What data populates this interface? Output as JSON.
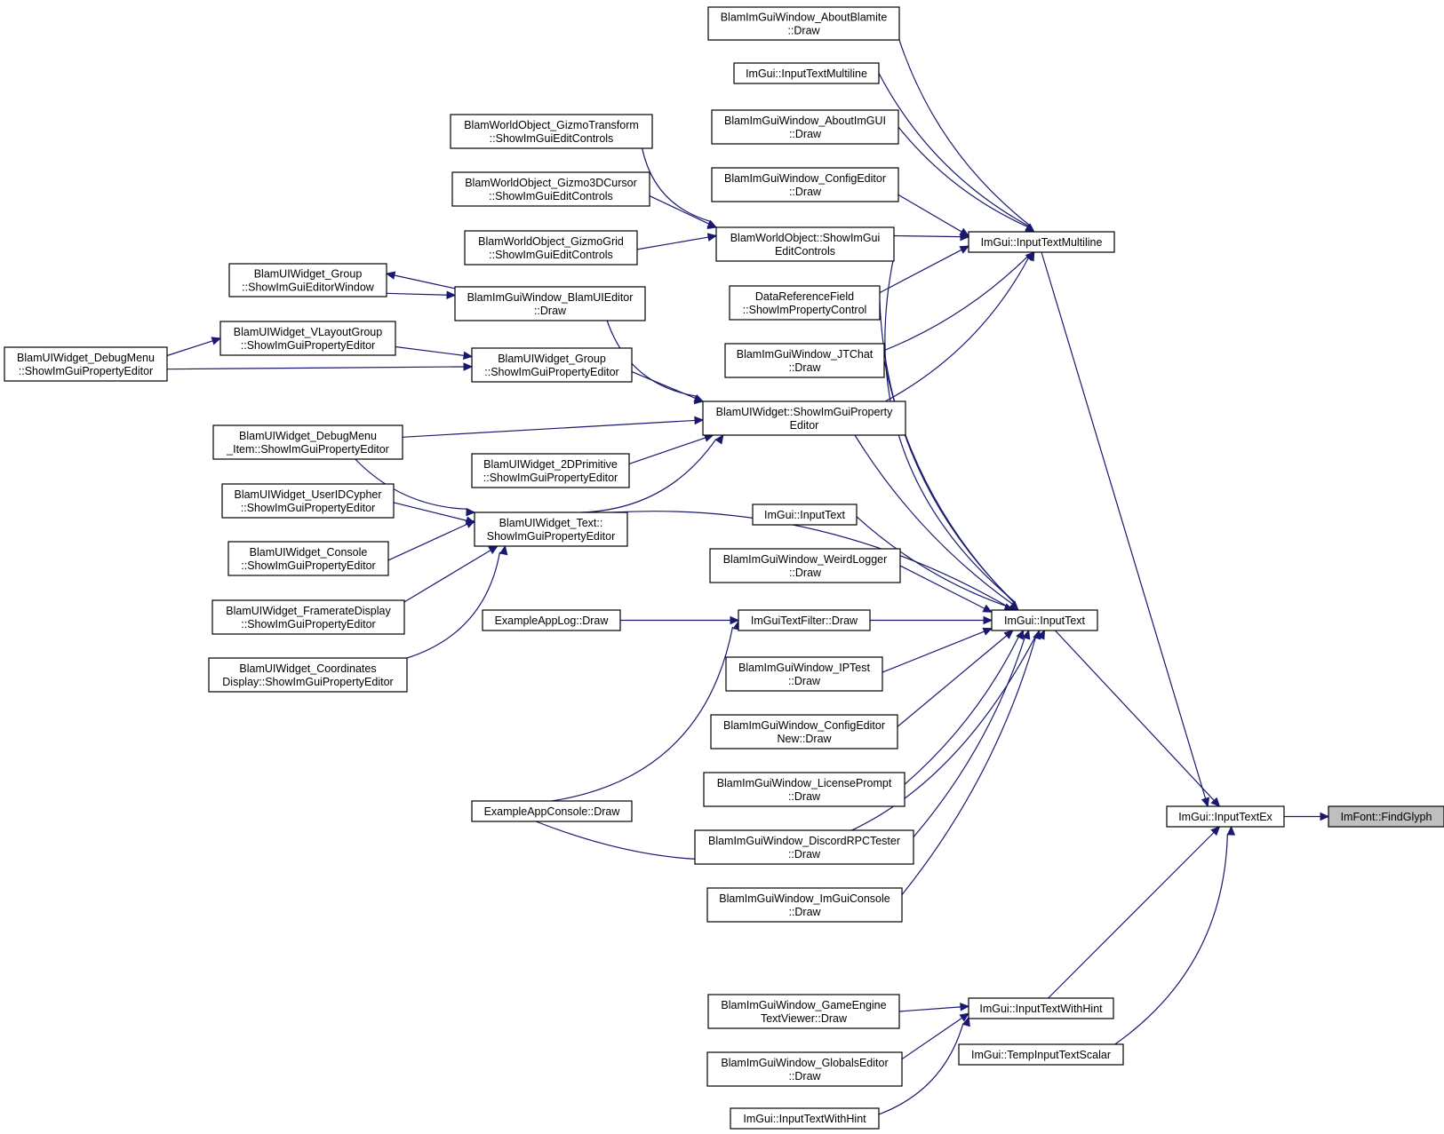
{
  "graph": {
    "title": "",
    "nodes": [
      {
        "id": "findglyph",
        "lines": [
          "ImFont::FindGlyph"
        ],
        "root": true
      },
      {
        "id": "inputtextex",
        "lines": [
          "ImGui::InputTextEx"
        ]
      },
      {
        "id": "inputtextmultiline",
        "lines": [
          "ImGui::InputTextMultiline"
        ]
      },
      {
        "id": "inputtext",
        "lines": [
          "ImGui::InputText"
        ]
      },
      {
        "id": "inputtextwithhint",
        "lines": [
          "ImGui::InputTextWithHint"
        ]
      },
      {
        "id": "tempinputtextscalar",
        "lines": [
          "ImGui::TempInputTextScalar"
        ]
      },
      {
        "id": "about_blamite",
        "lines": [
          "BlamImGuiWindow_AboutBlamite",
          "::Draw"
        ]
      },
      {
        "id": "imgui_inputtextmultiline_left",
        "lines": [
          "ImGui::InputTextMultiline"
        ]
      },
      {
        "id": "about_imgui",
        "lines": [
          "BlamImGuiWindow_AboutImGUI",
          "::Draw"
        ]
      },
      {
        "id": "config_editor",
        "lines": [
          "BlamImGuiWindow_ConfigEditor",
          "::Draw"
        ]
      },
      {
        "id": "worldobject_show",
        "lines": [
          "BlamWorldObject::ShowImGui",
          "EditControls"
        ]
      },
      {
        "id": "datareferencefield",
        "lines": [
          "DataReferenceField",
          "::ShowImPropertyControl"
        ]
      },
      {
        "id": "jtchat",
        "lines": [
          "BlamImGuiWindow_JTChat",
          "::Draw"
        ]
      },
      {
        "id": "uiwidget_show",
        "lines": [
          "BlamUIWidget::ShowImGuiProperty",
          "Editor"
        ]
      },
      {
        "id": "gizmo_transform",
        "lines": [
          "BlamWorldObject_GizmoTransform",
          "::ShowImGuiEditControls"
        ]
      },
      {
        "id": "gizmo_3dcursor",
        "lines": [
          "BlamWorldObject_Gizmo3DCursor",
          "::ShowImGuiEditControls"
        ]
      },
      {
        "id": "gizmo_grid",
        "lines": [
          "BlamWorldObject_GizmoGrid",
          "::ShowImGuiEditControls"
        ]
      },
      {
        "id": "group_editorwindow",
        "lines": [
          "BlamUIWidget_Group",
          "::ShowImGuiEditorWindow"
        ]
      },
      {
        "id": "blamuieditor",
        "lines": [
          "BlamImGuiWindow_BlamUIEditor",
          "::Draw"
        ]
      },
      {
        "id": "vlayoutgroup",
        "lines": [
          "BlamUIWidget_VLayoutGroup",
          "::ShowImGuiPropertyEditor"
        ]
      },
      {
        "id": "debugmenu",
        "lines": [
          "BlamUIWidget_DebugMenu",
          "::ShowImGuiPropertyEditor"
        ]
      },
      {
        "id": "group_prop",
        "lines": [
          "BlamUIWidget_Group",
          "::ShowImGuiPropertyEditor"
        ]
      },
      {
        "id": "debugmenu_item",
        "lines": [
          "BlamUIWidget_DebugMenu",
          "_Item::ShowImGuiPropertyEditor"
        ]
      },
      {
        "id": "primitive2d",
        "lines": [
          "BlamUIWidget_2DPrimitive",
          "::ShowImGuiPropertyEditor"
        ]
      },
      {
        "id": "text_prop",
        "lines": [
          "BlamUIWidget_Text::",
          "ShowImGuiPropertyEditor"
        ]
      },
      {
        "id": "useridcypher",
        "lines": [
          "BlamUIWidget_UserIDCypher",
          "::ShowImGuiPropertyEditor"
        ]
      },
      {
        "id": "console_widget",
        "lines": [
          "BlamUIWidget_Console",
          "::ShowImGuiPropertyEditor"
        ]
      },
      {
        "id": "framerate",
        "lines": [
          "BlamUIWidget_FramerateDisplay",
          "::ShowImGuiPropertyEditor"
        ]
      },
      {
        "id": "coordinates",
        "lines": [
          "BlamUIWidget_Coordinates",
          "Display::ShowImGuiPropertyEditor"
        ]
      },
      {
        "id": "imgui_inputtext_left",
        "lines": [
          "ImGui::InputText"
        ]
      },
      {
        "id": "weirdlogger",
        "lines": [
          "BlamImGuiWindow_WeirdLogger",
          "::Draw"
        ]
      },
      {
        "id": "textfilter",
        "lines": [
          "ImGuiTextFilter::Draw"
        ]
      },
      {
        "id": "exampleapplog",
        "lines": [
          "ExampleAppLog::Draw"
        ]
      },
      {
        "id": "iptest",
        "lines": [
          "BlamImGuiWindow_IPTest",
          "::Draw"
        ]
      },
      {
        "id": "config_editor_new",
        "lines": [
          "BlamImGuiWindow_ConfigEditor",
          "New::Draw"
        ]
      },
      {
        "id": "licenseprompt",
        "lines": [
          "BlamImGuiWindow_LicensePrompt",
          "::Draw"
        ]
      },
      {
        "id": "exampleappconsole",
        "lines": [
          "ExampleAppConsole::Draw"
        ]
      },
      {
        "id": "discordrpc",
        "lines": [
          "BlamImGuiWindow_DiscordRPCTester",
          "::Draw"
        ]
      },
      {
        "id": "imguiconsole",
        "lines": [
          "BlamImGuiWindow_ImGuiConsole",
          "::Draw"
        ]
      },
      {
        "id": "gameengine_textviewer",
        "lines": [
          "BlamImGuiWindow_GameEngine",
          "TextViewer::Draw"
        ]
      },
      {
        "id": "globalseditor",
        "lines": [
          "BlamImGuiWindow_GlobalsEditor",
          "::Draw"
        ]
      },
      {
        "id": "imgui_inputtextwithhint_left",
        "lines": [
          "ImGui::InputTextWithHint"
        ]
      }
    ],
    "edges": [
      [
        "inputtextex",
        "findglyph"
      ],
      [
        "inputtextmultiline",
        "inputtextex"
      ],
      [
        "inputtext",
        "inputtextex"
      ],
      [
        "inputtextwithhint",
        "inputtextex"
      ],
      [
        "tempinputtextscalar",
        "inputtextex"
      ],
      [
        "about_blamite",
        "inputtextmultiline"
      ],
      [
        "imgui_inputtextmultiline_left",
        "inputtextmultiline"
      ],
      [
        "about_imgui",
        "inputtextmultiline"
      ],
      [
        "config_editor",
        "inputtextmultiline"
      ],
      [
        "worldobject_show",
        "inputtextmultiline"
      ],
      [
        "datareferencefield",
        "inputtextmultiline"
      ],
      [
        "jtchat",
        "inputtextmultiline"
      ],
      [
        "uiwidget_show",
        "inputtextmultiline"
      ],
      [
        "gizmo_transform",
        "worldobject_show"
      ],
      [
        "gizmo_3dcursor",
        "worldobject_show"
      ],
      [
        "gizmo_grid",
        "worldobject_show"
      ],
      [
        "group_editorwindow",
        "blamuieditor"
      ],
      [
        "blamuieditor",
        "group_editorwindow"
      ],
      [
        "blamuieditor",
        "uiwidget_show"
      ],
      [
        "debugmenu",
        "vlayoutgroup"
      ],
      [
        "vlayoutgroup",
        "group_prop"
      ],
      [
        "debugmenu",
        "group_prop"
      ],
      [
        "group_prop",
        "uiwidget_show"
      ],
      [
        "debugmenu_item",
        "uiwidget_show"
      ],
      [
        "primitive2d",
        "uiwidget_show"
      ],
      [
        "text_prop",
        "uiwidget_show"
      ],
      [
        "debugmenu_item",
        "text_prop"
      ],
      [
        "useridcypher",
        "text_prop"
      ],
      [
        "console_widget",
        "text_prop"
      ],
      [
        "framerate",
        "text_prop"
      ],
      [
        "coordinates",
        "text_prop"
      ],
      [
        "worldobject_show",
        "inputtext"
      ],
      [
        "datareferencefield",
        "inputtext"
      ],
      [
        "jtchat",
        "inputtext"
      ],
      [
        "uiwidget_show",
        "inputtext"
      ],
      [
        "text_prop",
        "inputtext"
      ],
      [
        "imgui_inputtext_left",
        "inputtext"
      ],
      [
        "weirdlogger",
        "inputtext"
      ],
      [
        "textfilter",
        "inputtext"
      ],
      [
        "exampleapplog",
        "textfilter"
      ],
      [
        "exampleappconsole",
        "textfilter"
      ],
      [
        "iptest",
        "inputtext"
      ],
      [
        "config_editor_new",
        "inputtext"
      ],
      [
        "licenseprompt",
        "inputtext"
      ],
      [
        "discordrpc",
        "inputtext"
      ],
      [
        "imguiconsole",
        "inputtext"
      ],
      [
        "exampleappconsole",
        "inputtext"
      ],
      [
        "gameengine_textviewer",
        "inputtextwithhint"
      ],
      [
        "globalseditor",
        "inputtextwithhint"
      ],
      [
        "imgui_inputtextwithhint_left",
        "inputtextwithhint"
      ]
    ]
  }
}
